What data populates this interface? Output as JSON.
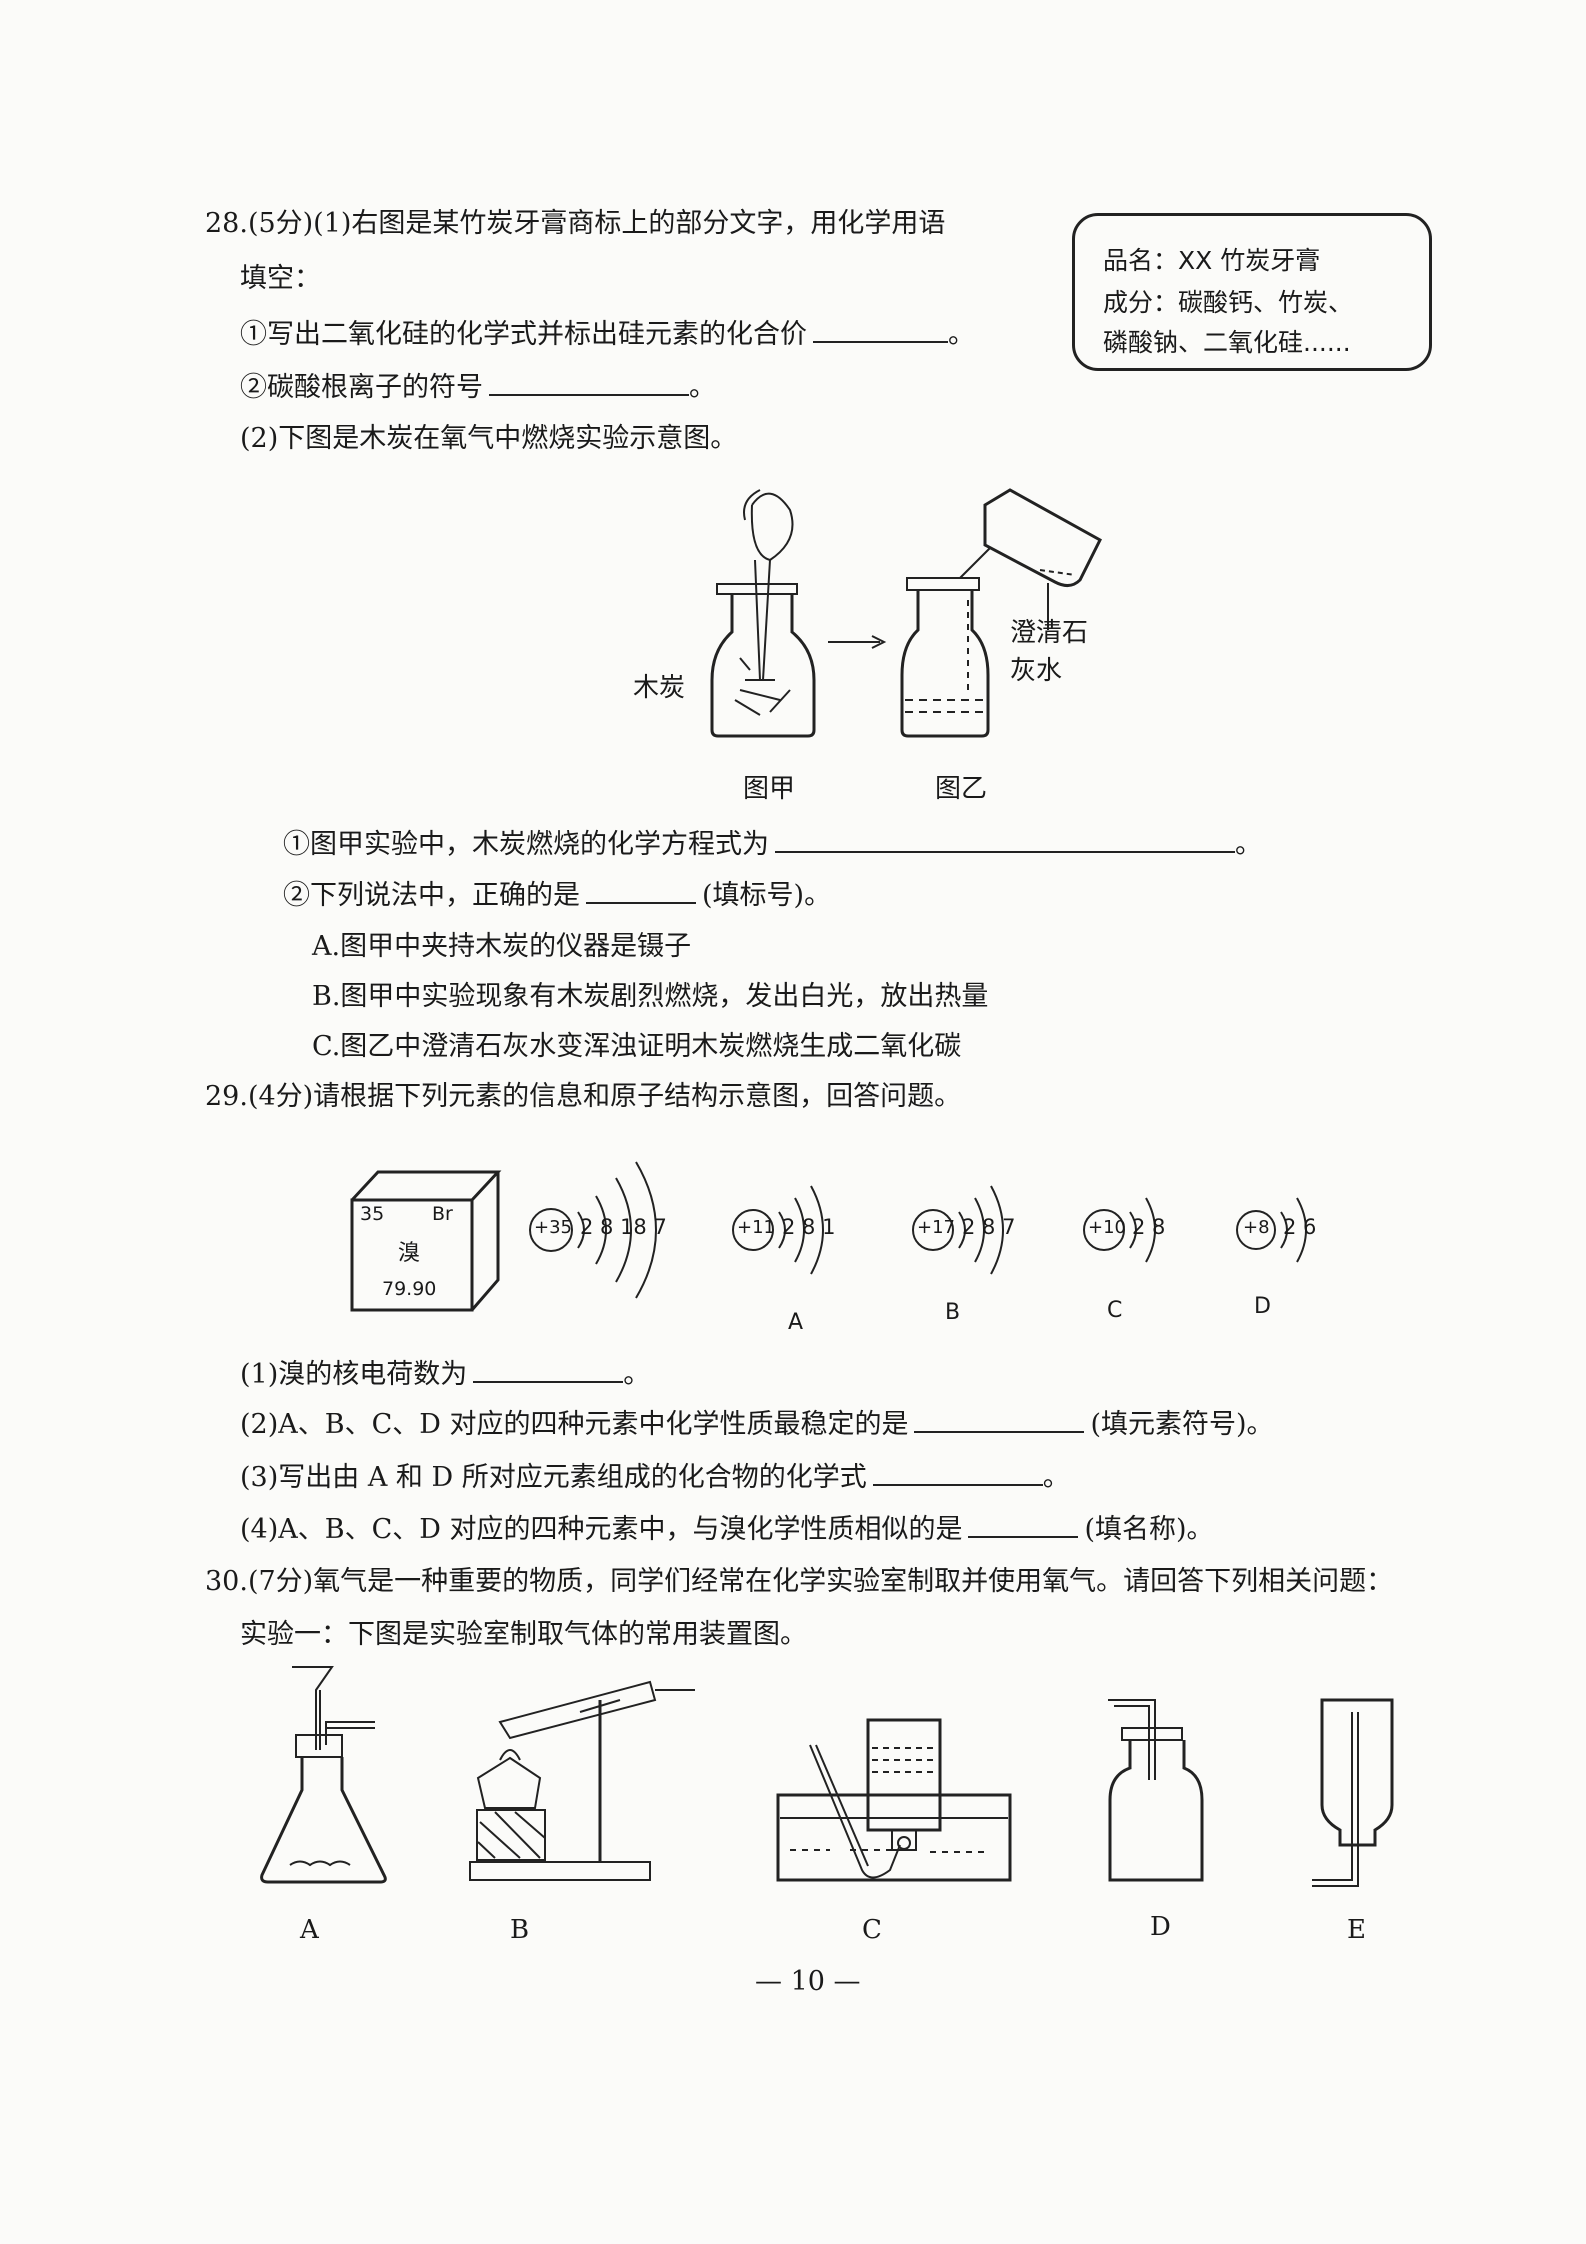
{
  "q28": {
    "line1": "28.(5分)(1)右图是某竹炭牙膏商标上的部分文字，用化学用语",
    "line2": "填空：",
    "item1": "①写出二氧化硅的化学式并标出硅元素的化合价",
    "item2": "②碳酸根离子的符号",
    "part2": "(2)下图是木炭在氧气中燃烧实验示意图。",
    "label_box": {
      "line1": "品名：XX 竹炭牙膏",
      "line2": "成分：碳酸钙、竹炭、",
      "line3": "磷酸钠、二氧化硅......"
    },
    "fig": {
      "charcoal": "木炭",
      "limewater_1": "澄清石",
      "limewater_2": "灰水",
      "cap_jia": "图甲",
      "cap_yi": "图乙"
    },
    "sub1": "①图甲实验中，木炭燃烧的化学方程式为",
    "sub2": "②下列说法中，正确的是",
    "sub2_tail": "(填标号)。",
    "optA": "A.图甲中夹持木炭的仪器是镊子",
    "optB": "B.图甲中实验现象有木炭剧烈燃烧，发出白光，放出热量",
    "optC": "C.图乙中澄清石灰水变浑浊证明木炭燃烧生成二氧化碳"
  },
  "q29": {
    "title": "29.(4分)请根据下列元素的信息和原子结构示意图，回答问题。",
    "element": {
      "number": "35",
      "symbol": "Br",
      "name": "溴",
      "mass": "79.90"
    },
    "atoms": [
      {
        "nucleus": "+35",
        "shells": "2 8 18 7",
        "label": ""
      },
      {
        "nucleus": "+11",
        "shells": "2 8 1",
        "label": "A"
      },
      {
        "nucleus": "+17",
        "shells": "2 8 7",
        "label": "B"
      },
      {
        "nucleus": "+10",
        "shells": "2 8",
        "label": "C"
      },
      {
        "nucleus": "+8",
        "shells": "2 6",
        "label": "D"
      }
    ],
    "p1": "(1)溴的核电荷数为",
    "p2": "(2)A、B、C、D 对应的四种元素中化学性质最稳定的是",
    "p2_tail": "(填元素符号)。",
    "p3": "(3)写出由 A 和 D 所对应元素组成的化合物的化学式",
    "p4": "(4)A、B、C、D 对应的四种元素中，与溴化学性质相似的是",
    "p4_tail": "(填名称)。"
  },
  "q30": {
    "title": "30.(7分)氧气是一种重要的物质，同学们经常在化学实验室制取并使用氧气。请回答下列相关问题：",
    "exp1": "实验一：下图是实验室制取气体的常用装置图。",
    "apparatus_labels": [
      "A",
      "B",
      "C",
      "D",
      "E"
    ]
  },
  "period": "。",
  "page_number": "— 10 —"
}
